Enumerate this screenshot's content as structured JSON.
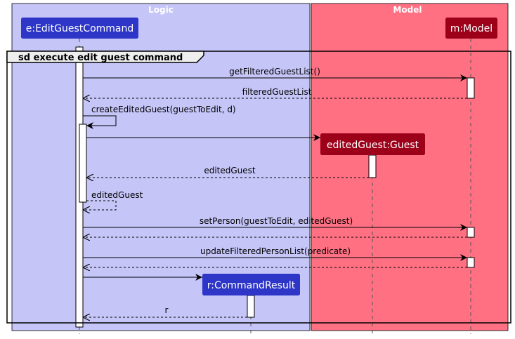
{
  "colors": {
    "logic_box": "#C5C5F8",
    "model_box": "#FF7083",
    "logic_participant": "#2E36C8",
    "model_participant": "#9D0019",
    "line": "#000000",
    "frame_tab": "#EEEEEE"
  },
  "boxes": {
    "logic": "Logic",
    "model": "Model"
  },
  "participants": {
    "edit_command": "e:EditGuestCommand",
    "model": "m:Model",
    "edited_guest": "editedGuest:Guest",
    "command_result": "r:CommandResult"
  },
  "frame": {
    "label": "sd execute edit guest command"
  },
  "messages": [
    {
      "id": "m1",
      "text": "getFilteredGuestList()",
      "kind": "call"
    },
    {
      "id": "m2",
      "text": "filteredGuestList",
      "kind": "return"
    },
    {
      "id": "m3",
      "text": "createEditedGuest(guestToEdit, d)",
      "kind": "self-call"
    },
    {
      "id": "m4",
      "text": "",
      "kind": "create"
    },
    {
      "id": "m5",
      "text": "editedGuest",
      "kind": "return"
    },
    {
      "id": "m6",
      "text": "editedGuest",
      "kind": "self-return"
    },
    {
      "id": "m7",
      "text": "setPerson(guestToEdit, editedGuest)",
      "kind": "call"
    },
    {
      "id": "m8",
      "text": "",
      "kind": "return"
    },
    {
      "id": "m9",
      "text": "updateFilteredPersonList(predicate)",
      "kind": "call"
    },
    {
      "id": "m10",
      "text": "",
      "kind": "return"
    },
    {
      "id": "m11",
      "text": "",
      "kind": "create"
    },
    {
      "id": "m12",
      "text": "r",
      "kind": "return"
    }
  ]
}
